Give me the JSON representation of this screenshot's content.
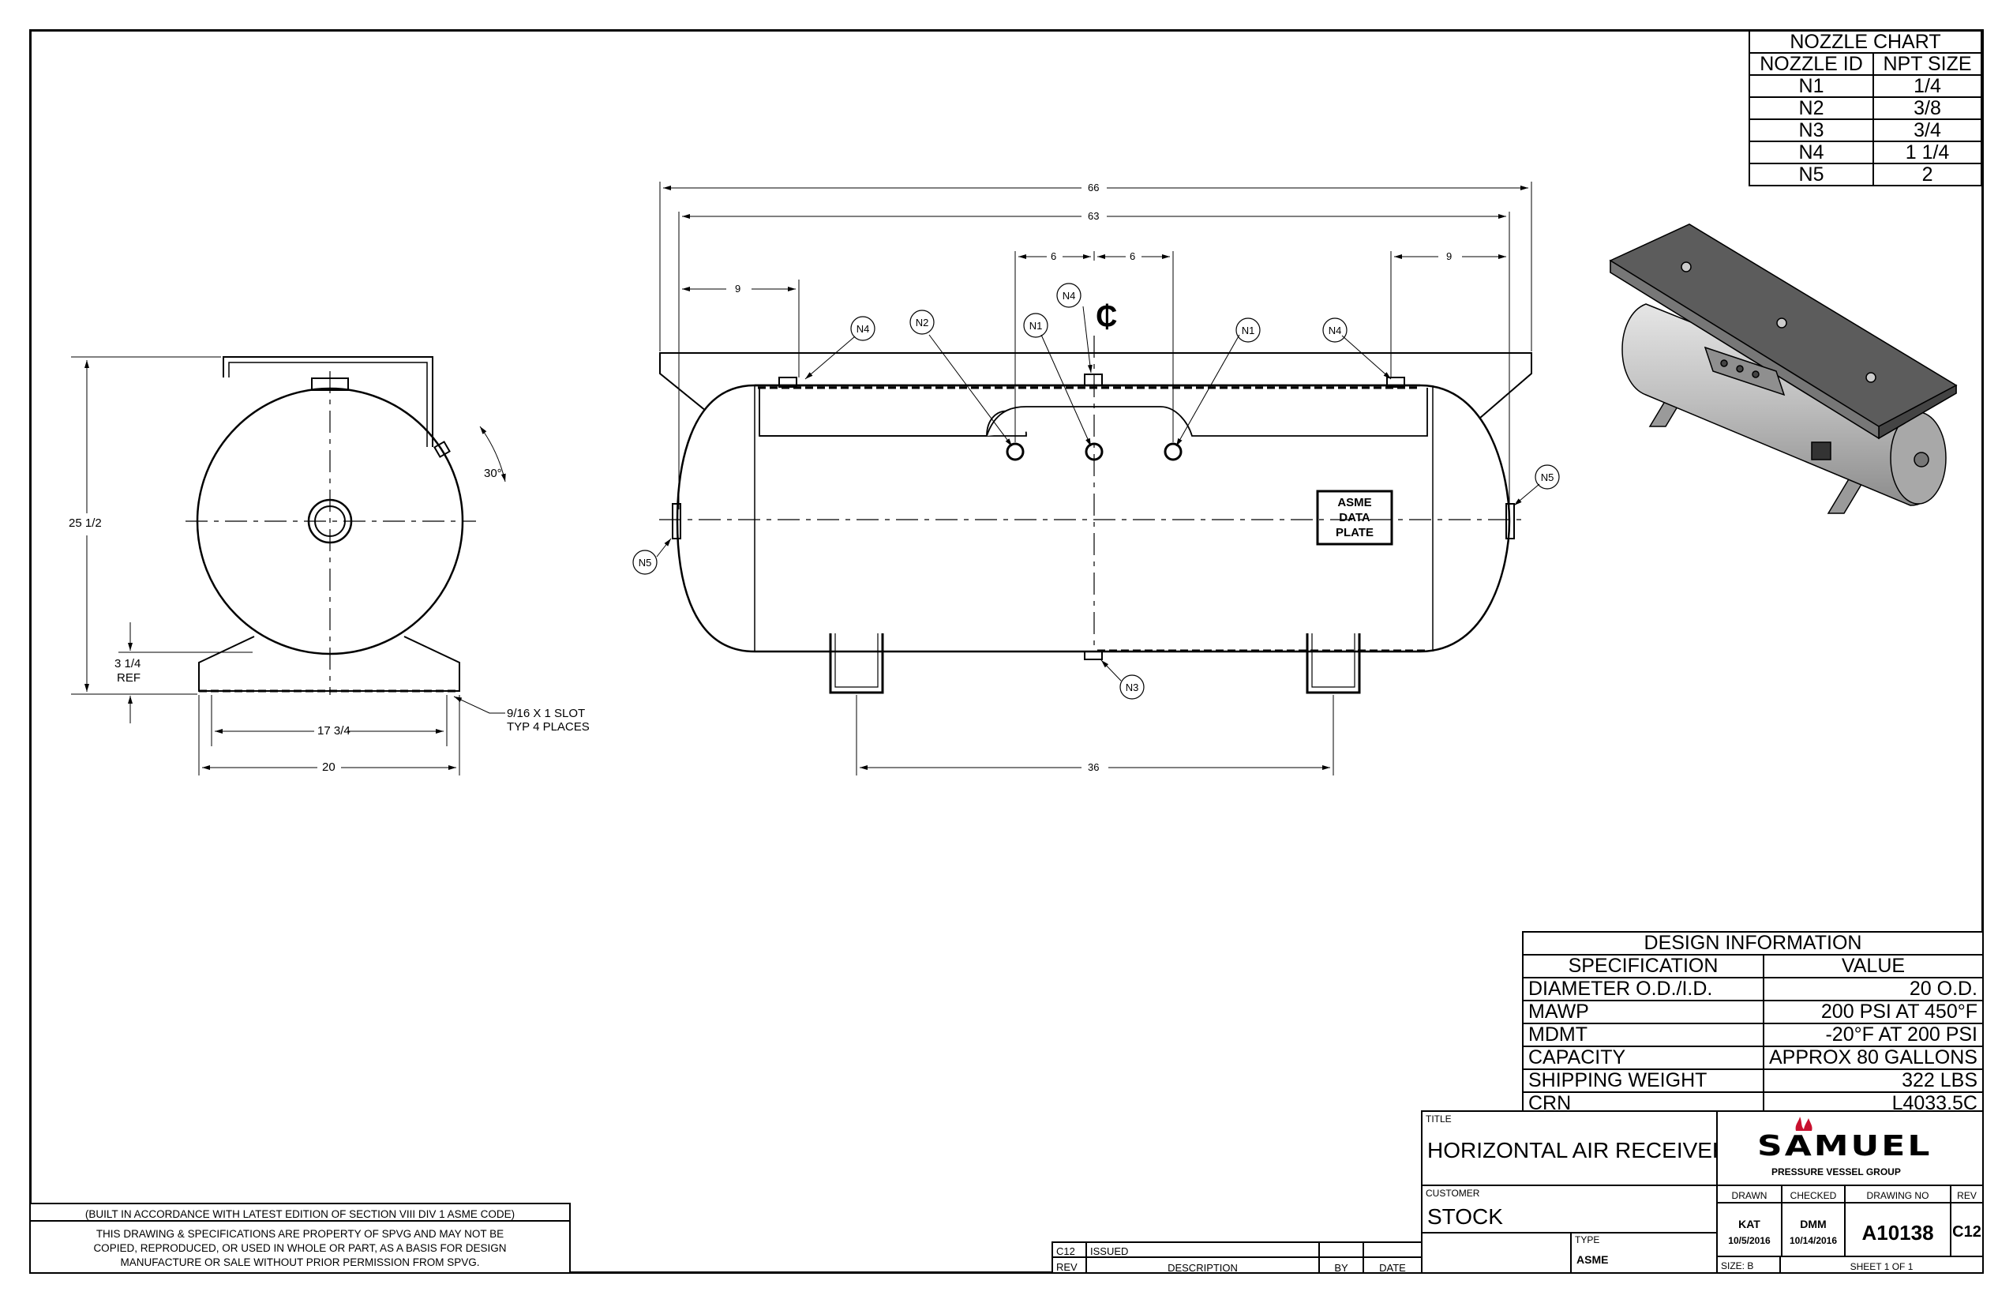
{
  "nozzle_chart": {
    "title": "NOZZLE CHART",
    "headers": [
      "NOZZLE ID",
      "NPT SIZE"
    ],
    "rows": [
      [
        "N1",
        "1/4"
      ],
      [
        "N2",
        "3/8"
      ],
      [
        "N3",
        "3/4"
      ],
      [
        "N4",
        "1 1/4"
      ],
      [
        "N5",
        "2"
      ]
    ]
  },
  "dims": {
    "d66": "66",
    "d63": "63",
    "d6a": "6",
    "d6b": "6",
    "d9l": "9",
    "d9r": "9",
    "d36": "36",
    "d20": "20",
    "d1734": "17 3/4",
    "d2512": "25 1/2",
    "d314": "3 1/4",
    "ref": "REF",
    "ang": "30°",
    "slot1": "9/16 X 1 SLOT",
    "slot2": "TYP 4 PLACES",
    "cl": "₵"
  },
  "callouts": {
    "n4a": "N4",
    "n2": "N2",
    "n1a": "N1",
    "n4c": "N4",
    "n1b": "N1",
    "n4b": "N4",
    "n5a": "N5",
    "n5b": "N5",
    "n3": "N3"
  },
  "data_plate": [
    "ASME",
    "DATA",
    "PLATE"
  ],
  "design_info": {
    "title": "DESIGN INFORMATION",
    "headers": [
      "SPECIFICATION",
      "VALUE"
    ],
    "rows": [
      [
        "DIAMETER O.D./I.D.",
        "20 O.D."
      ],
      [
        "MAWP",
        "200 PSI AT 450°F"
      ],
      [
        "MDMT",
        "-20°F AT 200 PSI"
      ],
      [
        "CAPACITY",
        "APPROX 80 GALLONS"
      ],
      [
        "SHIPPING WEIGHT",
        "322 LBS"
      ],
      [
        "CRN",
        "L4033.5C"
      ]
    ]
  },
  "title_block": {
    "title_label": "TITLE",
    "title": "HORIZONTAL AIR RECEIVER",
    "customer_label": "CUSTOMER",
    "customer": "STOCK",
    "type_label": "TYPE",
    "type": "ASME",
    "logo_name": "SAMUEL",
    "logo_tag": "PRESSURE VESSEL GROUP",
    "drawn_label": "DRAWN",
    "drawn_by": "KAT",
    "drawn_date": "10/5/2016",
    "checked_label": "CHECKED",
    "checked_by": "DMM",
    "checked_date": "10/14/2016",
    "drawing_no_label": "DRAWING NO",
    "drawing_no": "A10138",
    "rev_label": "REV",
    "rev": "C12",
    "size": "SIZE: B",
    "sheet": "SHEET 1  OF 1"
  },
  "revision_block": {
    "row": {
      "rev": "C12",
      "description": "ISSUED",
      "by": "",
      "date": ""
    },
    "headers": {
      "rev": "REV",
      "description": "DESCRIPTION",
      "by": "BY",
      "date": "DATE"
    }
  },
  "notes": {
    "code": "(BUILT IN ACCORDANCE WITH LATEST EDITION OF SECTION VIII DIV 1 ASME CODE)",
    "legal1": "THIS DRAWING & SPECIFICATIONS ARE PROPERTY OF SPVG AND MAY NOT BE",
    "legal2": "COPIED, REPRODUCED, OR USED IN WHOLE OR PART, AS A BASIS FOR DESIGN",
    "legal3": "MANUFACTURE OR SALE WITHOUT PRIOR PERMISSION FROM SPVG."
  },
  "colors": {
    "line": "#000000",
    "tank_shade": "#b9b9b9",
    "plate_shade": "#6e6e6e",
    "logo_red": "#c8102e"
  }
}
